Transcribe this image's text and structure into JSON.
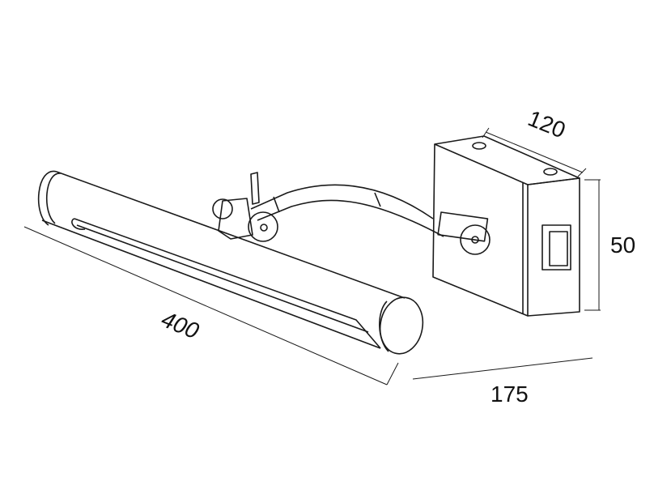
{
  "diagram": {
    "dimensions": {
      "length": "400",
      "depth_top": "120",
      "height": "50",
      "projection": "175"
    },
    "colors": {
      "stroke": "#1a1a1a",
      "background": "#ffffff"
    }
  }
}
